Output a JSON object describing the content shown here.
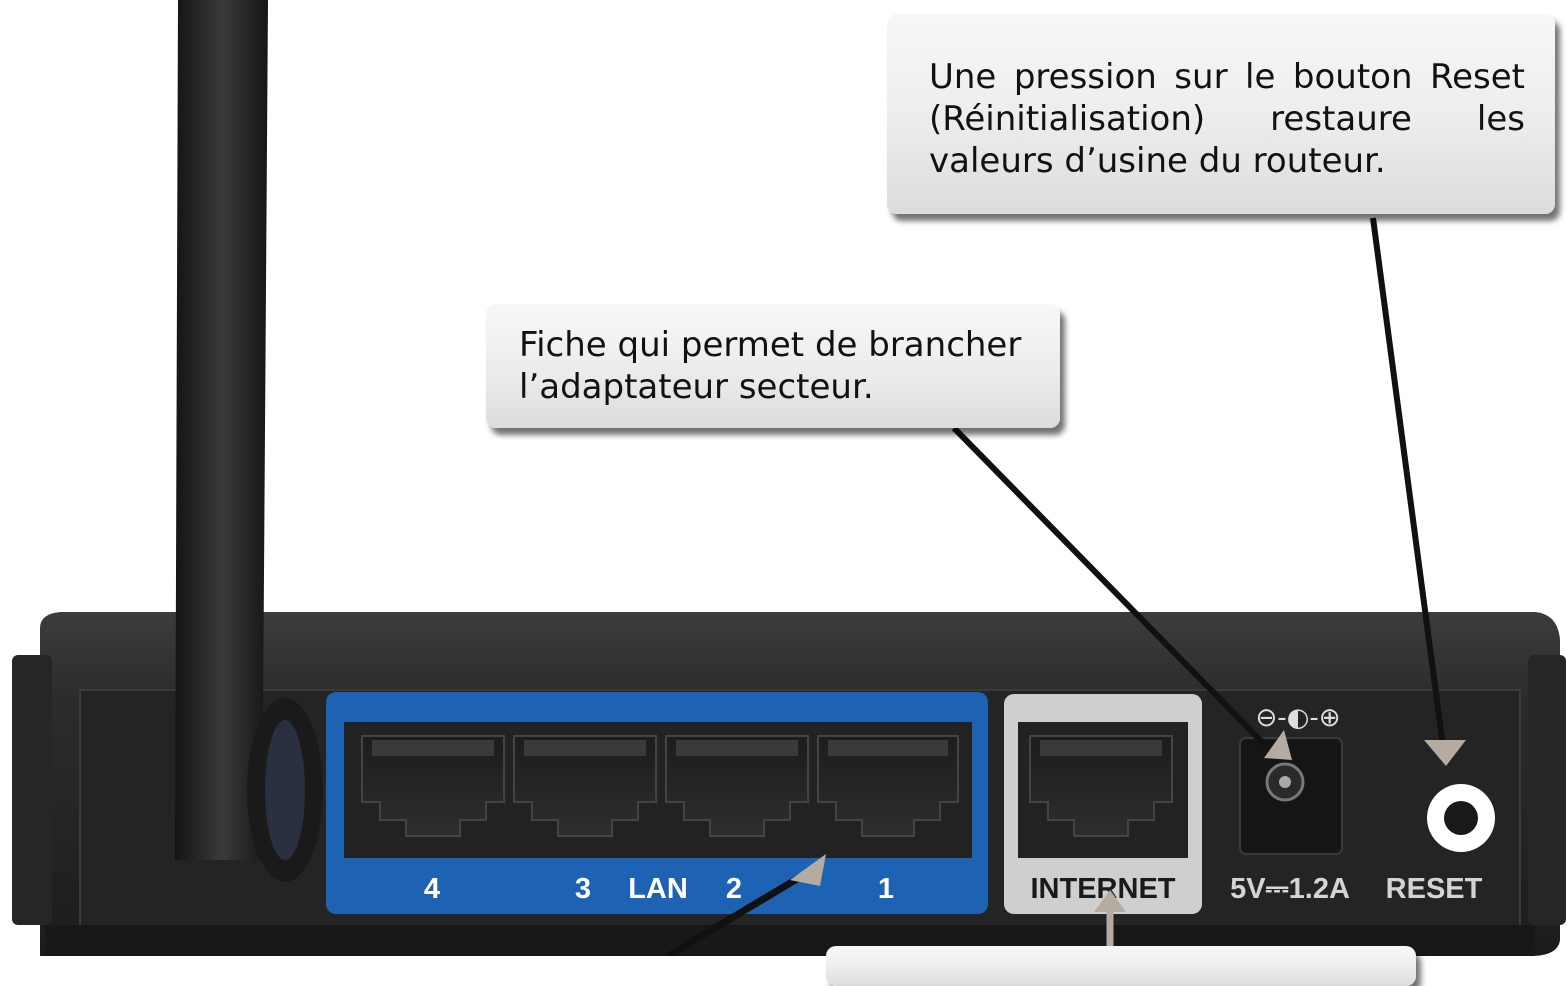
{
  "callouts": {
    "reset": "Une pression sur le bouton Reset (Réinitialisation) restaure les valeurs d’usine du routeur.",
    "power": "Fiche qui permet de brancher l’adaptateur secteur."
  },
  "router_labels": {
    "lan_port_4": "4",
    "lan_port_3": "3",
    "lan": "LAN",
    "lan_port_2": "2",
    "lan_port_1": "1",
    "internet": "INTERNET",
    "power_rating": "5V⎓1.2A",
    "reset": "RESET",
    "polarity_symbol": "⊖-◐-⊕"
  },
  "colors": {
    "lan_panel": "#1e62b4",
    "internet_panel": "#cfcfcf",
    "router_body": "#2b2b2b",
    "callout_bg": "#ececec",
    "pointer_line": "#111111",
    "pointer_arrow": "#b6aba0"
  }
}
